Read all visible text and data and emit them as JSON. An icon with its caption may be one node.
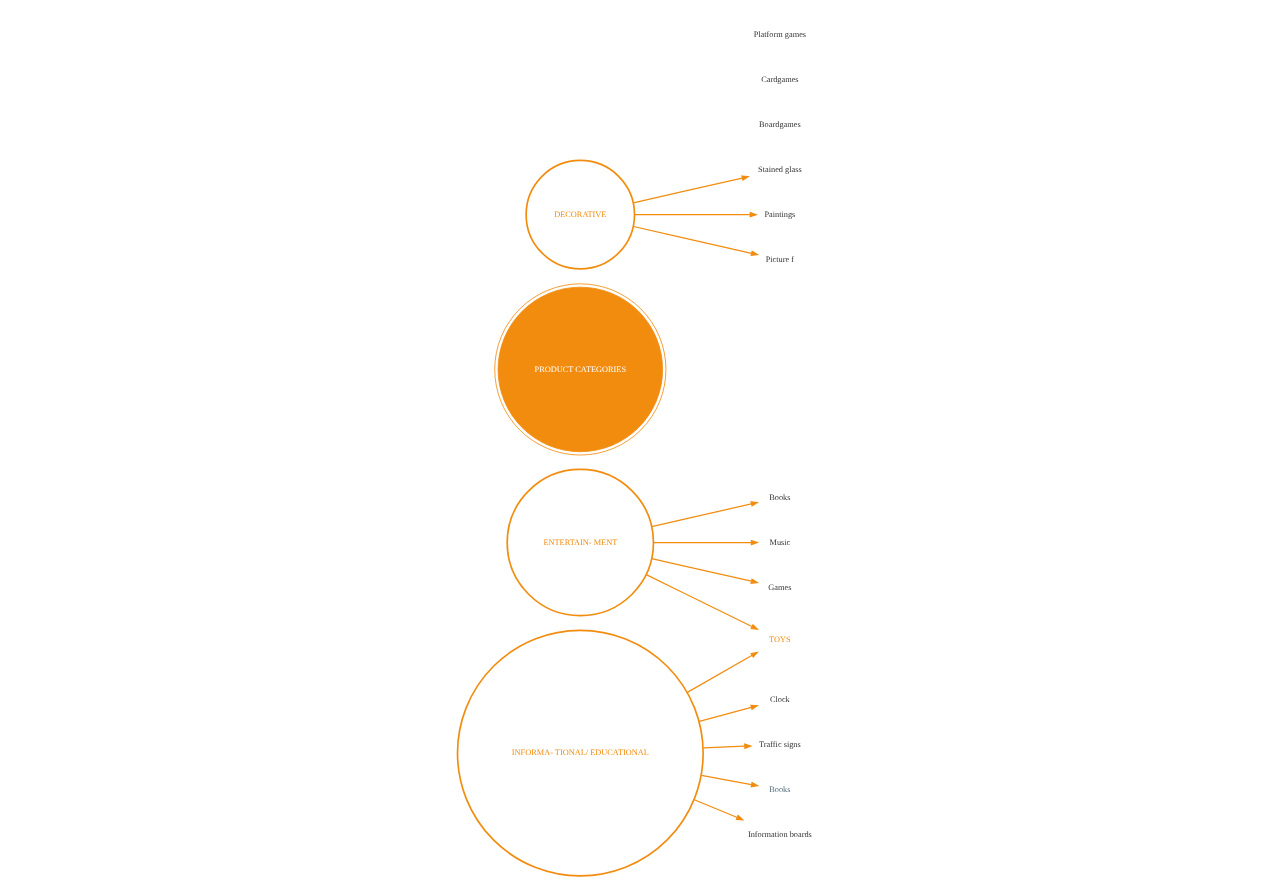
{
  "diagram": {
    "nodes": [
      {
        "text": [
          "Books"
        ]
      },
      {
        "text": [
          "Music"
        ]
      },
      {
        "text": [
          "ENTERTAIN- MENT"
        ]
      },
      {
        "text": [
          "Games"
        ]
      },
      {
        "text": [
          "TOYS"
        ]
      },
      {
        "text": [
          "PRODUCT CATEGORIES"
        ]
      },
      {
        "text": [
          "Stained glass"
        ]
      },
      {
        "text": [
          "Paintings"
        ]
      },
      {
        "text": [
          "DECORATIVE"
        ]
      },
      {
        "text": [
          "Picture f"
        ]
      },
      {
        "text": [
          "Clock"
        ]
      },
      {
        "text": [
          "Traffic signs"
        ]
      },
      {
        "text": [
          "INFORMA- TIONAL/ EDUCATIONAL"
        ]
      },
      {
        "text": [
          "Books"
        ]
      },
      {
        "text": [
          "Information boards"
        ]
      }
    ],
    "edges": [
      {
        "from": 2,
        "to": 0,
        "arrow": "to"
      },
      {
        "from": 2,
        "to": 1,
        "arrow": "to"
      },
      {
        "from": 2,
        "to": 3,
        "arrow": "to"
      },
      {
        "from": 2,
        "to": 4,
        "arrow": "to"
      },
      {
        "from": 8,
        "to": 6,
        "arrow": "to"
      },
      {
        "from": 8,
        "to": 7,
        "arrow": "to"
      },
      {
        "from": 8,
        "to": 9,
        "arrow": "to"
      },
      {
        "from": 12,
        "to": 4,
        "arrow": "to"
      },
      {
        "from": 12,
        "to": 10,
        "arrow": "to"
      },
      {
        "from": 12,
        "to": 11,
        "arrow": "to"
      },
      {
        "from": 12,
        "to": 13,
        "arrow": "to"
      },
      {
        "from": 12,
        "to": 14,
        "arrow": "to"
      }
    ],
    "labels": [
      "Boardgames",
      "Cardgames",
      "Platform games"
    ]
  }
}
